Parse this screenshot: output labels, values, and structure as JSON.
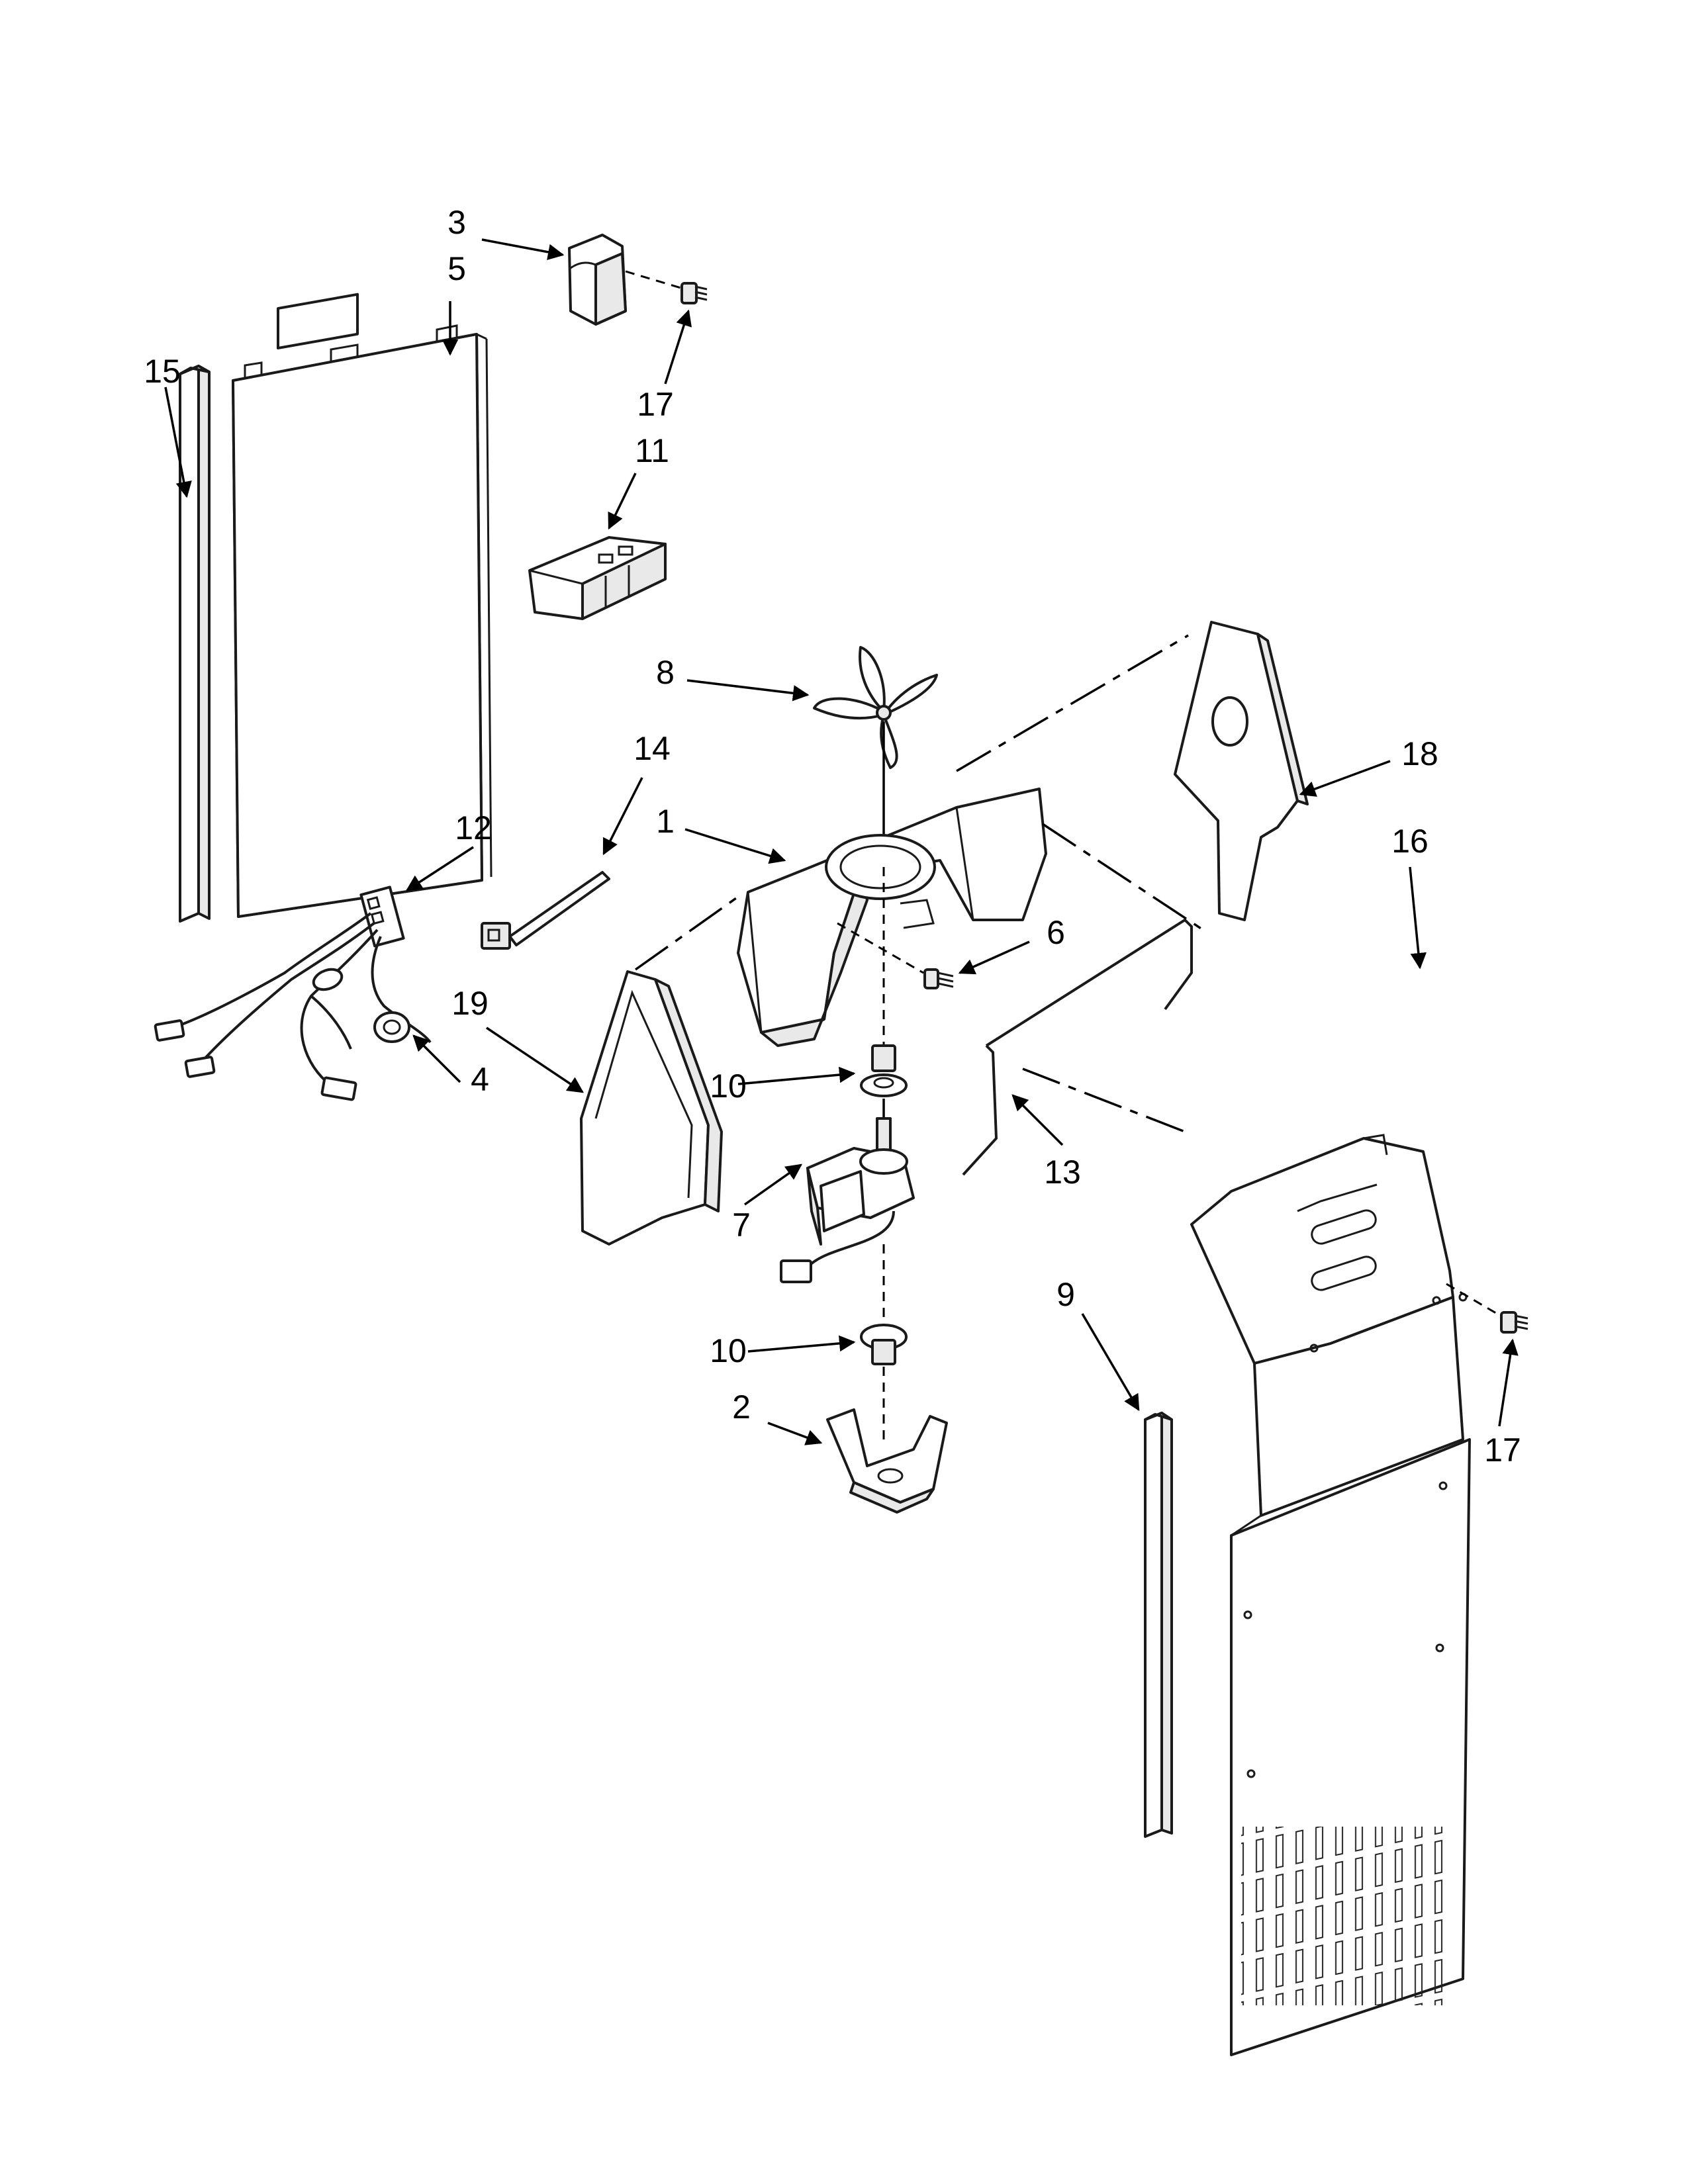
{
  "diagram": {
    "callouts": [
      {
        "id": "c3",
        "label": "3"
      },
      {
        "id": "c5",
        "label": "5"
      },
      {
        "id": "c15",
        "label": "15"
      },
      {
        "id": "c17a",
        "label": "17"
      },
      {
        "id": "c11",
        "label": "11"
      },
      {
        "id": "c8",
        "label": "8"
      },
      {
        "id": "c14",
        "label": "14"
      },
      {
        "id": "c18",
        "label": "18"
      },
      {
        "id": "c12",
        "label": "12"
      },
      {
        "id": "c1",
        "label": "1"
      },
      {
        "id": "c16",
        "label": "16"
      },
      {
        "id": "c6",
        "label": "6"
      },
      {
        "id": "c19",
        "label": "19"
      },
      {
        "id": "c4",
        "label": "4"
      },
      {
        "id": "c10a",
        "label": "10"
      },
      {
        "id": "c13",
        "label": "13"
      },
      {
        "id": "c7",
        "label": "7"
      },
      {
        "id": "c9",
        "label": "9"
      },
      {
        "id": "c10b",
        "label": "10"
      },
      {
        "id": "c17b",
        "label": "17"
      },
      {
        "id": "c2",
        "label": "2"
      }
    ]
  }
}
